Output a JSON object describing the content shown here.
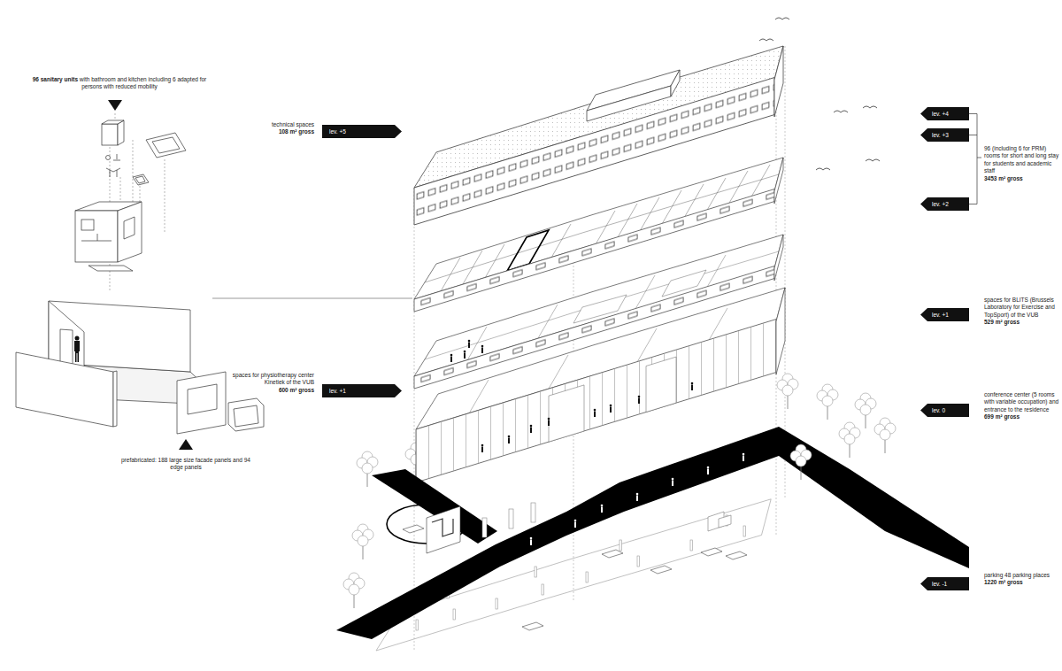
{
  "diagram": {
    "nodes": [
      {
        "text": [
          "lev. +5"
        ]
      },
      {
        "text": [
          "lev. +4"
        ]
      },
      {
        "text": [
          "lev. +3"
        ]
      },
      {
        "text": [
          "lev. +2"
        ]
      },
      {
        "text": [
          "lev. +1"
        ]
      },
      {
        "text": [
          "lev. +1"
        ]
      },
      {
        "text": [
          "lev. 0"
        ]
      },
      {
        "text": [
          "lev. -1"
        ]
      }
    ],
    "labels": [
      "96 sanitary units",
      "with bathroom and kitchen including 6 adapted for persons with reduced mobility",
      "technical spaces",
      "108 m² gross",
      "96 (including 6 for PRM) rooms for short and long stay for students and academic staff",
      "3453 m² gross",
      "spaces for BLITS (Brussels Laboratory for Exercise and TopSport) of the VUB",
      "529 m² gross",
      "spaces for physiotherapy center Kinetiek of the VUB",
      "600 m² gross",
      "conference center (5 rooms with variable occupation) and entrance to the residence",
      "699 m² gross",
      "parking 48 parking places",
      "1220 m² gross",
      "prefabricated: 188 large size facade panels and 94 edge panels"
    ]
  }
}
